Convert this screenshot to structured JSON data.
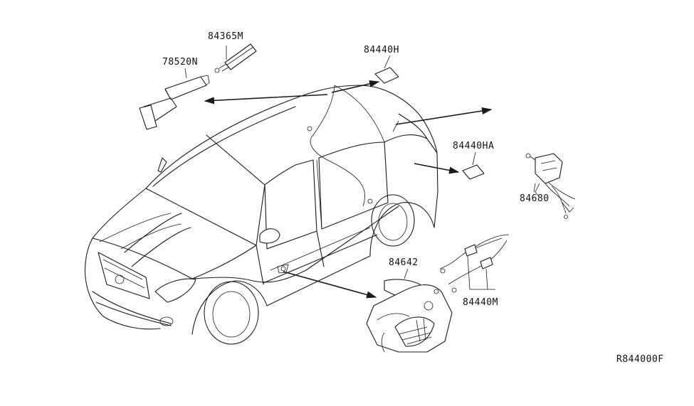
{
  "parts": [
    {
      "id": "84365M",
      "label": "84365M"
    },
    {
      "id": "78520N",
      "label": "78520N"
    },
    {
      "id": "84440H",
      "label": "84440H"
    },
    {
      "id": "84440HA",
      "label": "84440HA"
    },
    {
      "id": "84680",
      "label": "84680"
    },
    {
      "id": "84642",
      "label": "84642"
    },
    {
      "id": "84440M",
      "label": "84440M"
    }
  ],
  "diagram_code": "R844000F"
}
